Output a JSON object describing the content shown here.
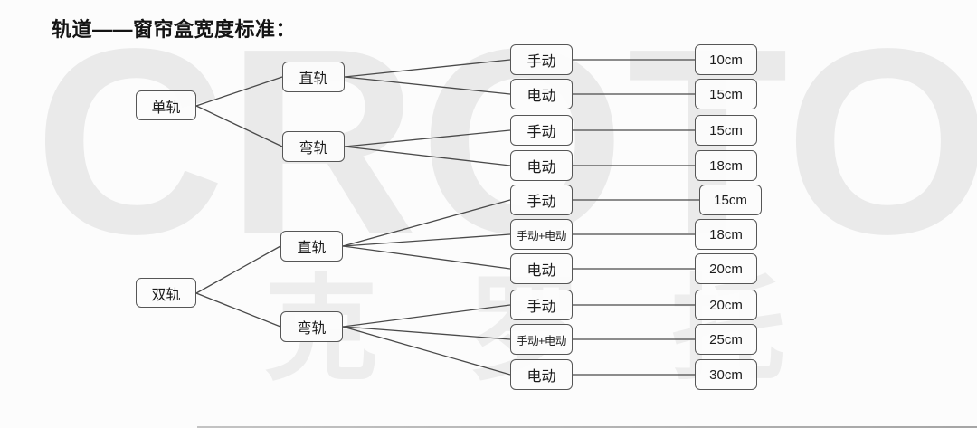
{
  "title": "轨道——窗帘盒宽度标准：",
  "watermark": {
    "latin": "CROTO",
    "cjk": "克 罗 托"
  },
  "colors": {
    "background": "#fcfcfc",
    "box_border": "#565656",
    "box_fill": "#fcfcfc",
    "line": "#4a4a4a",
    "text": "#1c1c1c",
    "watermark_latin": "#eaeaea",
    "watermark_cjk": "#ededed"
  },
  "tree": {
    "nodes": [
      {
        "label": "单轨",
        "children": [
          {
            "label": "直轨",
            "children": [
              {
                "label": "手动",
                "value": "10cm"
              },
              {
                "label": "电动",
                "value": "15cm"
              }
            ]
          },
          {
            "label": "弯轨",
            "children": [
              {
                "label": "手动",
                "value": "15cm"
              },
              {
                "label": "电动",
                "value": "18cm"
              }
            ]
          }
        ]
      },
      {
        "label": "双轨",
        "children": [
          {
            "label": "直轨",
            "children": [
              {
                "label": "手动",
                "value": "15cm"
              },
              {
                "label": "手动+电动",
                "value": "18cm"
              },
              {
                "label": "电动",
                "value": "20cm"
              }
            ]
          },
          {
            "label": "弯轨",
            "children": [
              {
                "label": "手动",
                "value": "20cm"
              },
              {
                "label": "手动+电动",
                "value": "25cm"
              },
              {
                "label": "电动",
                "value": "30cm"
              }
            ]
          }
        ]
      }
    ]
  }
}
